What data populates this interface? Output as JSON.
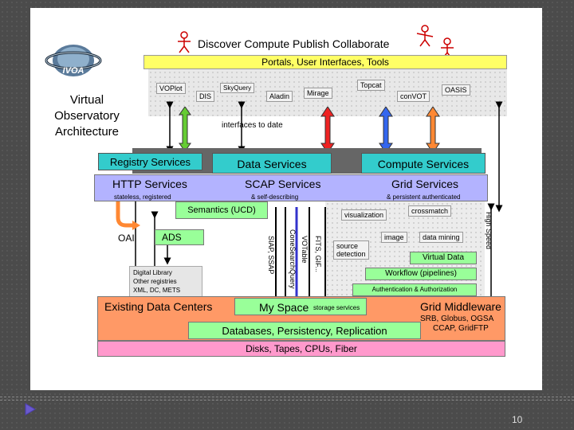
{
  "header": {
    "title": "Discover Compute Publish Collaborate"
  },
  "logo": {
    "text": "IVOA"
  },
  "side_title": [
    "Virtual",
    "Observatory",
    "Architecture"
  ],
  "portals": {
    "title": "Portals, User Interfaces, Tools",
    "items": [
      "VOPlot",
      "SkyQuery",
      "DIS",
      "Aladin",
      "Mirage",
      "Topcat",
      "conVOT",
      "OASIS"
    ]
  },
  "interfaces_label": "interfaces to date",
  "services": {
    "registry": "Registry Services",
    "data": "Data Services",
    "compute": "Compute Services"
  },
  "bands": {
    "http": "HTTP Services",
    "scap": "SCAP Services",
    "grid": "Grid Services",
    "http_sub": "stateless, registered",
    "scap_sub": "& self-describing",
    "grid_sub": "& persistent authenticated"
  },
  "semantics": "Semantics (UCD)",
  "oai": "OAI",
  "ads": "ADS",
  "digital_library": [
    "Digital Library",
    "Other registries",
    "XML, DC, METS"
  ],
  "vertical": {
    "sap": "SIAP, SSAP",
    "cone": "ConeSearch",
    "query": "Query",
    "votable": "VOTable",
    "fits": "FITS, GIF..."
  },
  "compute_items": {
    "visualization": "visualization",
    "crossmatch": "crossmatch",
    "image": "image",
    "data_mining": "data mining",
    "source_detection": [
      "source",
      "detection"
    ],
    "virtual_data": "Virtual Data",
    "workflow": "Workflow (pipelines)",
    "auth": "Authentication & Authorization"
  },
  "high_speed": "High Speed",
  "existing": "Existing Data Centers",
  "myspace": "My Space",
  "storage": "storage services",
  "middleware": {
    "title": "Grid Middleware",
    "line1": "SRB, Globus, OGSA",
    "line2": "CCAP, GridFTP"
  },
  "databases": "Databases, Persistency, Replication",
  "disks": "Disks, Tapes, CPUs, Fiber",
  "page_number": "10",
  "colors": {
    "portals": "#ffff66",
    "registry": "#33cccc",
    "scap_band": "#b3b3ff",
    "green": "#99ff99",
    "orange": "#ff9966",
    "pink": "#ff99cc",
    "slide_bg": "#4b4b4b",
    "arrow_purple": "#3333cc"
  }
}
